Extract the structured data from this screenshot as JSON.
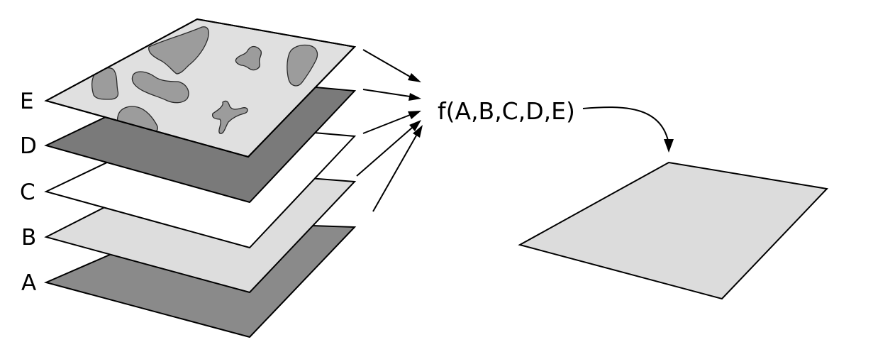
{
  "layers": [
    {
      "id": "E",
      "label": "E",
      "fill": "#e0e0e0"
    },
    {
      "id": "D",
      "label": "D",
      "fill": "#7a7a7a"
    },
    {
      "id": "C",
      "label": "C",
      "fill": "#ffffff"
    },
    {
      "id": "B",
      "label": "B",
      "fill": "#dddddd"
    },
    {
      "id": "A",
      "label": "A",
      "fill": "#8a8a8a"
    }
  ],
  "patch_fill": "#9c9c9c",
  "function_label": "f(A,B,C,D,E)",
  "result_fill": "#dcdcdc"
}
